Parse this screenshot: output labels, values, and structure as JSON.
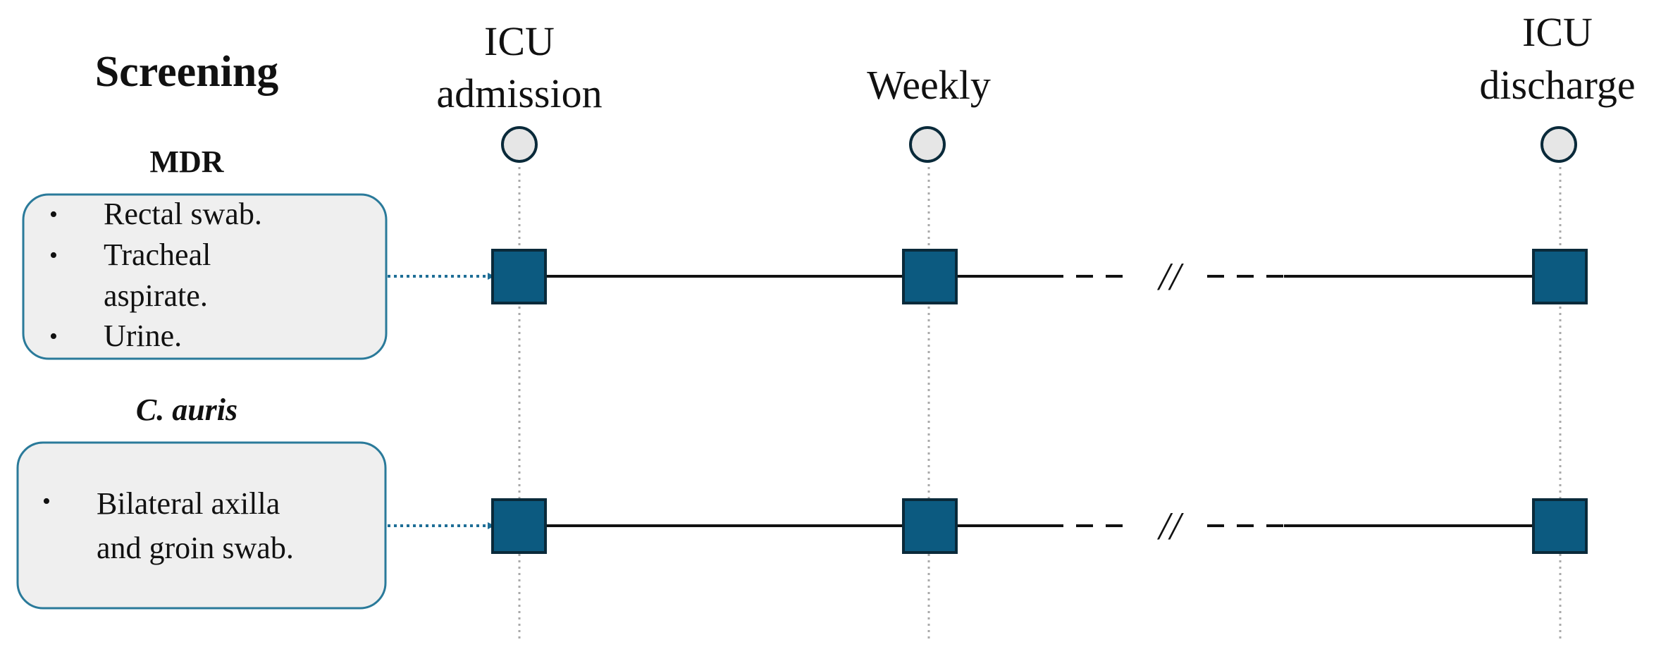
{
  "title": "Screening",
  "timepoints": [
    {
      "lines": [
        "ICU",
        "admission"
      ]
    },
    {
      "lines": [
        "Weekly"
      ]
    },
    {
      "lines": [
        "ICU",
        "discharge"
      ]
    }
  ],
  "gap_mark": "//",
  "groups": [
    {
      "heading": "MDR",
      "heading_style": "bold",
      "items": [
        [
          "Rectal swab."
        ],
        [
          "Tracheal",
          "aspirate."
        ],
        [
          "Urine."
        ]
      ]
    },
    {
      "heading": "C. auris",
      "heading_style": "bold-italic",
      "items": [
        [
          "Bilateral axilla",
          "and groin swab."
        ]
      ]
    }
  ],
  "bullet": "•",
  "colors": {
    "box_fill": "#efefef",
    "box_border": "#2a7a9a",
    "marker_fill": "#0c5a80",
    "marker_border": "#0a2a3a",
    "circle_fill": "#e6e6e6",
    "circle_border": "#0a2a3a",
    "guide": "#a9a9a9",
    "arrow": "#1e6e96",
    "timeline": "#111111"
  }
}
